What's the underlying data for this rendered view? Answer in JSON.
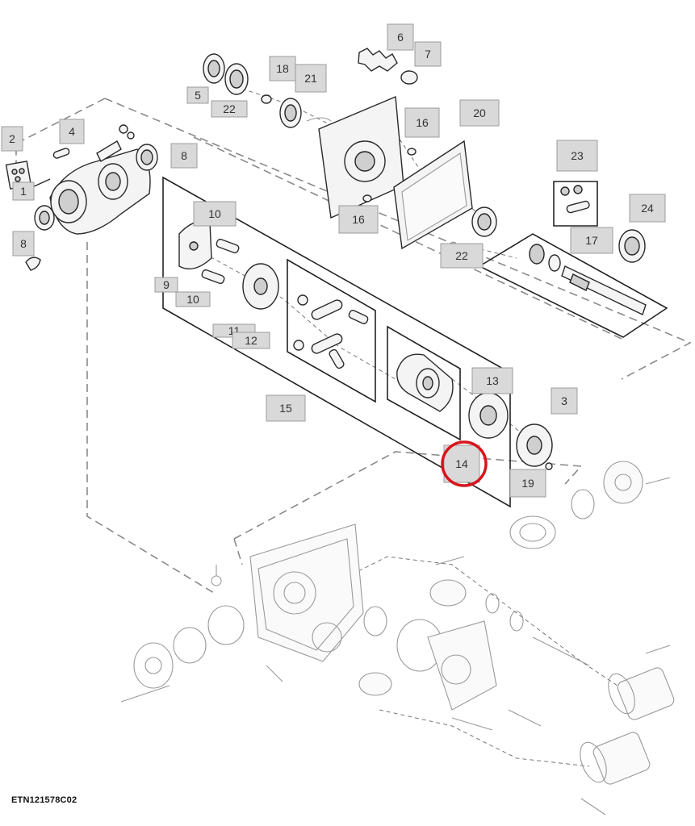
{
  "diagram": {
    "caption": "ETN121578C02",
    "callouts": [
      "1",
      "2",
      "3",
      "4",
      "5",
      "6",
      "7",
      "8",
      "8",
      "9",
      "10",
      "10",
      "11",
      "12",
      "13",
      "14",
      "15",
      "16",
      "16",
      "17",
      "18",
      "19",
      "20",
      "21",
      "22",
      "22",
      "23",
      "24"
    ],
    "highlighted_callout": "14",
    "highlight_color": "#d8141c"
  }
}
